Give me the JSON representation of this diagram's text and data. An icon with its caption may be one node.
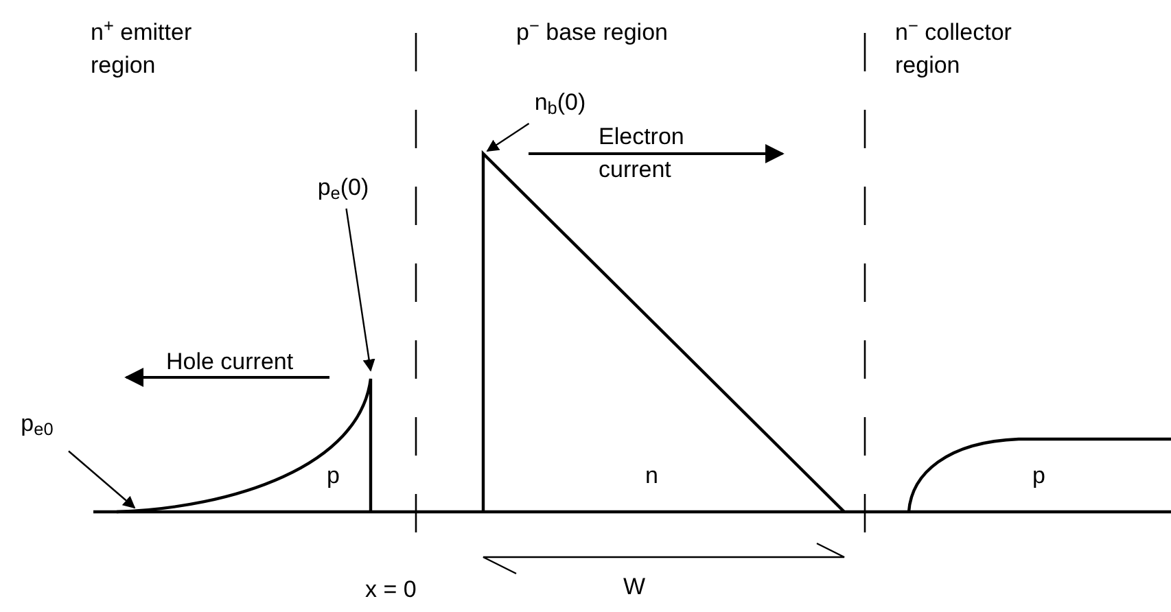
{
  "diagram": {
    "nodes": [
      {
        "text": [
          "p$_{e}$(0)"
        ]
      },
      {
        "text": [
          "n$_{b}$(0)"
        ]
      },
      {
        "text": [
          "p$_{e0}$"
        ]
      }
    ],
    "edges": [
      {
        "from": 0,
        "to": null,
        "arrow": "to"
      },
      {
        "from": 1,
        "to": null,
        "arrow": "to"
      },
      {
        "from": 2,
        "to": null,
        "arrow": "to"
      }
    ],
    "labels": [
      "n$^{+}$ emitter region",
      "p$^{−}$ base region",
      "n$^{−}$ collector region",
      "Electron current",
      "Hole current",
      "p",
      "n",
      "p",
      "x = 0",
      "W"
    ]
  }
}
